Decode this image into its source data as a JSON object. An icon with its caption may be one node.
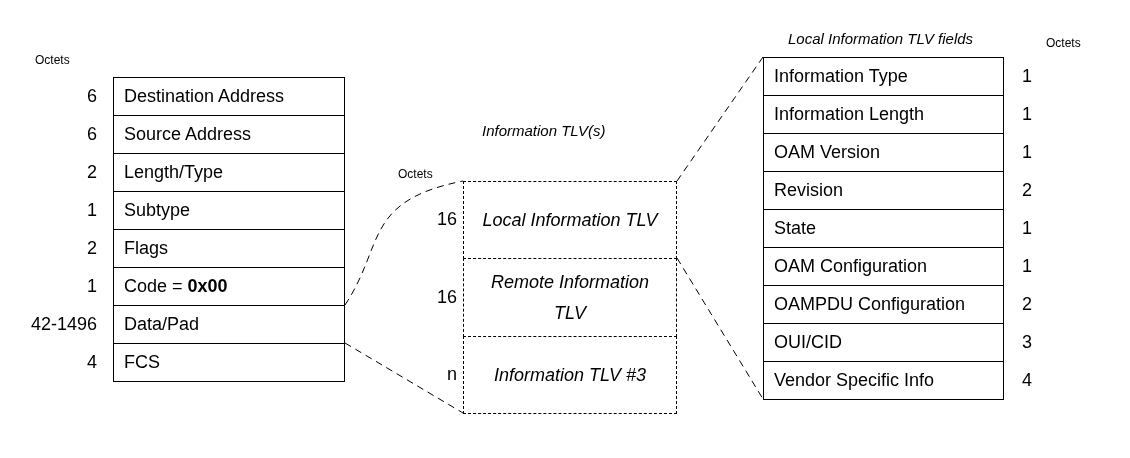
{
  "diagram": {
    "nodes": [
      {
        "text": [
          "Destination Address"
        ],
        "beside": [
          "6"
        ]
      },
      {
        "text": [
          "Source Address"
        ],
        "beside": [
          "6"
        ]
      },
      {
        "text": [
          "Length/Type"
        ],
        "beside": [
          "2"
        ]
      },
      {
        "text": [
          "Subtype"
        ],
        "beside": [
          "1"
        ]
      },
      {
        "text": [
          "Flags"
        ],
        "beside": [
          "2"
        ]
      },
      {
        "text": [
          "Code = **0x00**"
        ],
        "beside": [
          "1"
        ]
      },
      {
        "text": [
          "Data/Pad"
        ],
        "beside": [
          "42-1496"
        ]
      },
      {
        "text": [
          "FCS"
        ],
        "beside": [
          "4"
        ]
      },
      {
        "text": [
          "Local Information TLV"
        ],
        "beside": [
          "16"
        ]
      },
      {
        "text": [
          "Remote Information TLV"
        ],
        "beside": [
          "16"
        ]
      },
      {
        "text": [
          "Information TLV #3"
        ],
        "beside": [
          "n"
        ]
      },
      {
        "text": [
          "Information Type"
        ],
        "beside": [
          "1"
        ]
      },
      {
        "text": [
          "Information Length"
        ],
        "beside": [
          "1"
        ]
      },
      {
        "text": [
          "OAM Version"
        ],
        "beside": [
          "1"
        ]
      },
      {
        "text": [
          "Revision"
        ],
        "beside": [
          "2"
        ]
      },
      {
        "text": [
          "State"
        ],
        "beside": [
          "1"
        ]
      },
      {
        "text": [
          "OAM Configuration"
        ],
        "beside": [
          "1"
        ]
      },
      {
        "text": [
          "OAMPDU Configuration"
        ],
        "beside": [
          "2"
        ]
      },
      {
        "text": [
          "OUI/CID"
        ],
        "beside": [
          "3"
        ]
      },
      {
        "text": [
          "Vendor Specific Info"
        ],
        "beside": [
          "4"
        ]
      }
    ],
    "edges": [
      {
        "from": 6,
        "to": 8,
        "arrow": "none",
        "style": "dashed"
      },
      {
        "from": 6,
        "to": 10,
        "arrow": "none",
        "style": "dashed"
      },
      {
        "from": 8,
        "to": 11,
        "arrow": "none",
        "style": "dashed"
      },
      {
        "from": 8,
        "to": 19,
        "arrow": "none",
        "style": "dashed"
      }
    ],
    "labels": [
      "Local Information TLV fields",
      "Octets",
      "Octets",
      "Information TLV(s)",
      "Octets"
    ]
  }
}
